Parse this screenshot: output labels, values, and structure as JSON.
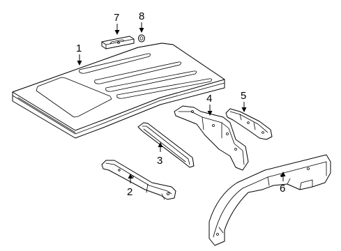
{
  "callouts": [
    {
      "id": "1",
      "label": "1",
      "part": "roof-panel"
    },
    {
      "id": "2",
      "label": "2",
      "part": "front-roof-bow"
    },
    {
      "id": "3",
      "label": "3",
      "part": "center-roof-bow"
    },
    {
      "id": "4",
      "label": "4",
      "part": "rear-roof-bow"
    },
    {
      "id": "5",
      "label": "5",
      "part": "rear-header-reinforcement"
    },
    {
      "id": "6",
      "label": "6",
      "part": "roof-side-rail"
    },
    {
      "id": "7",
      "label": "7",
      "part": "antenna-bracket"
    },
    {
      "id": "8",
      "label": "8",
      "part": "grommet"
    }
  ],
  "colors": {
    "background": "#ffffff",
    "line": "#000000"
  }
}
